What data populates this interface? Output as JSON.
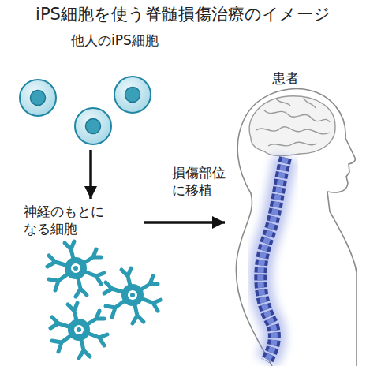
{
  "diagram": {
    "title": "iPS細胞を使う脊髄損傷治療のイメージ",
    "nodes": [
      {
        "text": [
          "他人のiPS細胞"
        ]
      },
      {
        "text": [
          "神経のもとになる細胞"
        ]
      },
      {
        "text": [
          "患者"
        ]
      }
    ],
    "edges": [
      {
        "from": 0,
        "to": 1,
        "arrow": "to"
      },
      {
        "from": 1,
        "to": 2,
        "label": "損傷部位に移植",
        "arrow": "to"
      }
    ]
  }
}
